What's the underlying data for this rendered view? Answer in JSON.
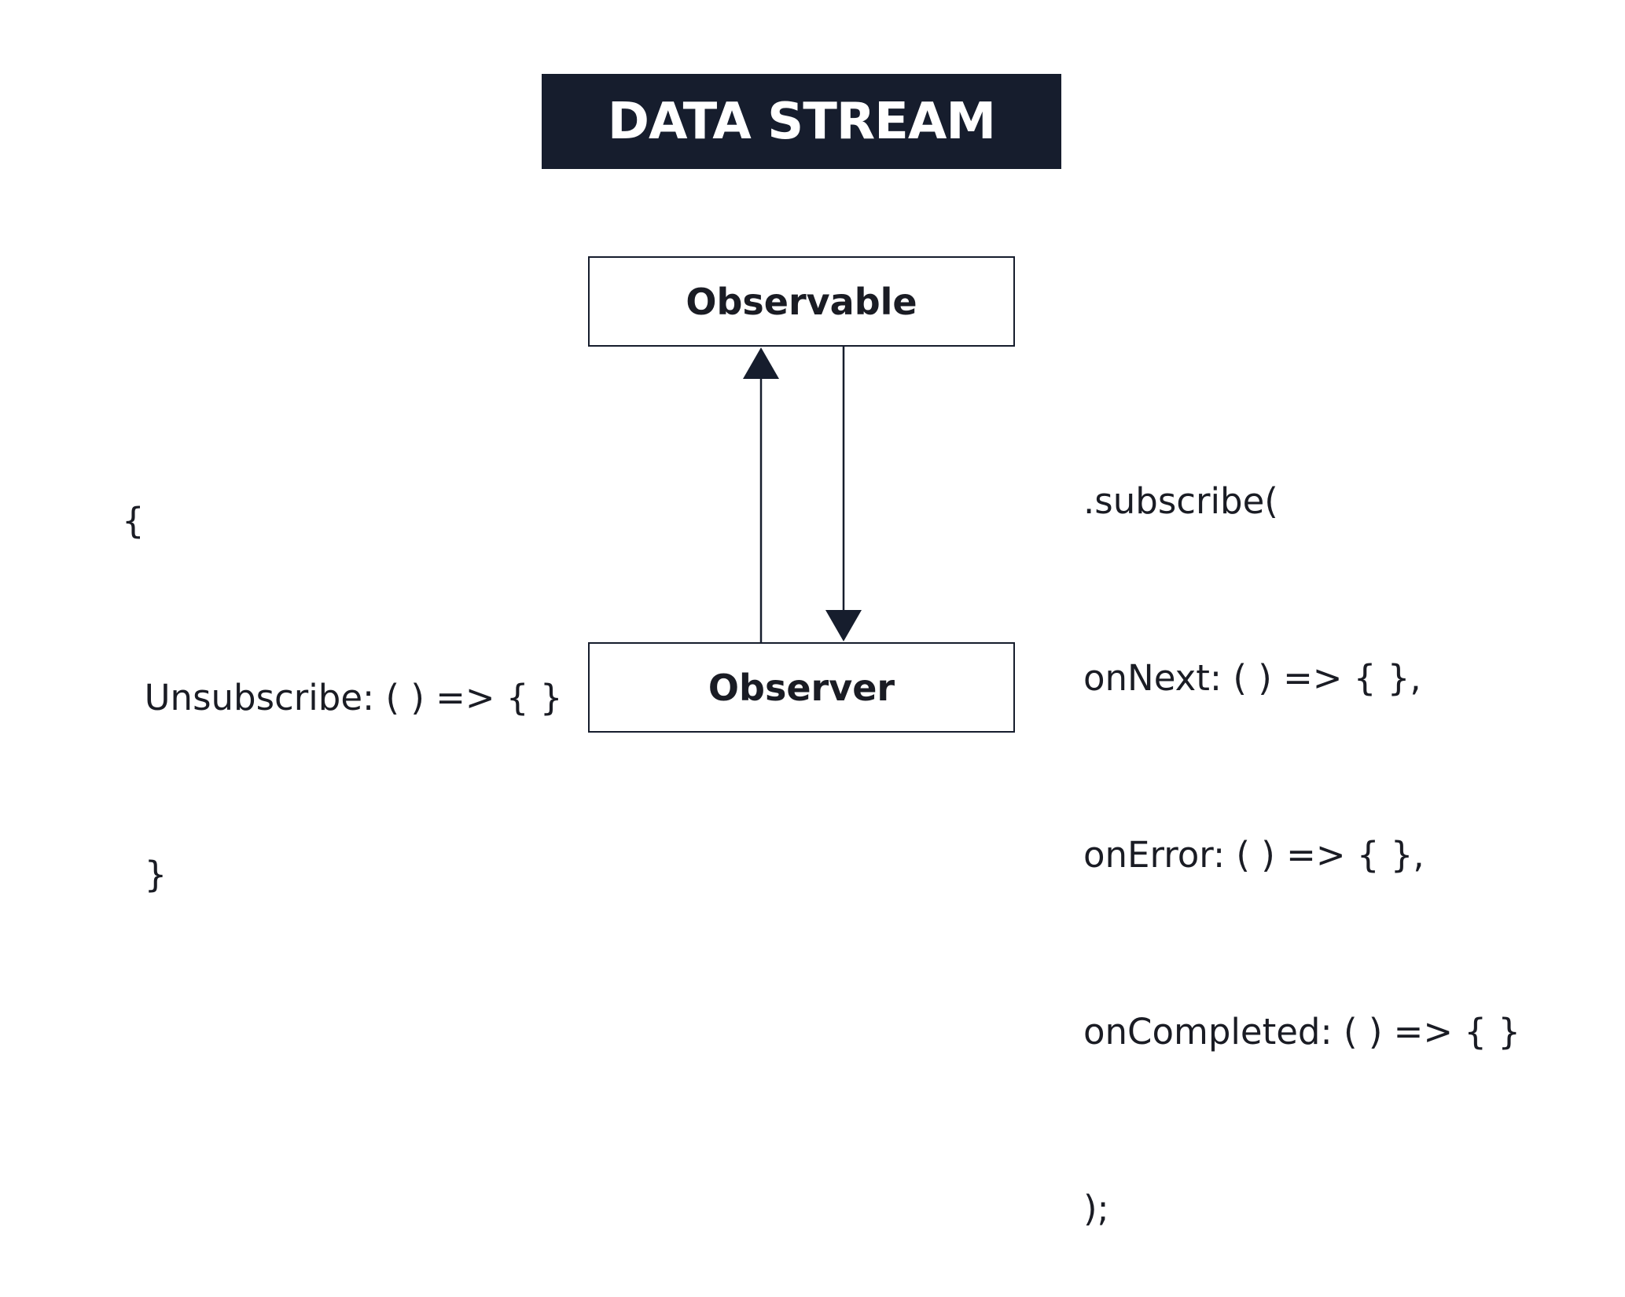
{
  "title": "DATA STREAM",
  "nodes": {
    "observable": "Observable",
    "observer": "Observer"
  },
  "left_code": {
    "lines": [
      "{",
      "  Unsubscribe: ( ) => { }",
      "  }"
    ]
  },
  "right_code": {
    "lines": [
      ".subscribe(",
      "onNext: ( ) => { },",
      "onError: ( ) => { },",
      "onCompleted: ( ) => { }",
      ");"
    ]
  },
  "colors": {
    "primary_dark": "#161d2d",
    "text": "#1a1c24",
    "background": "#ffffff"
  }
}
